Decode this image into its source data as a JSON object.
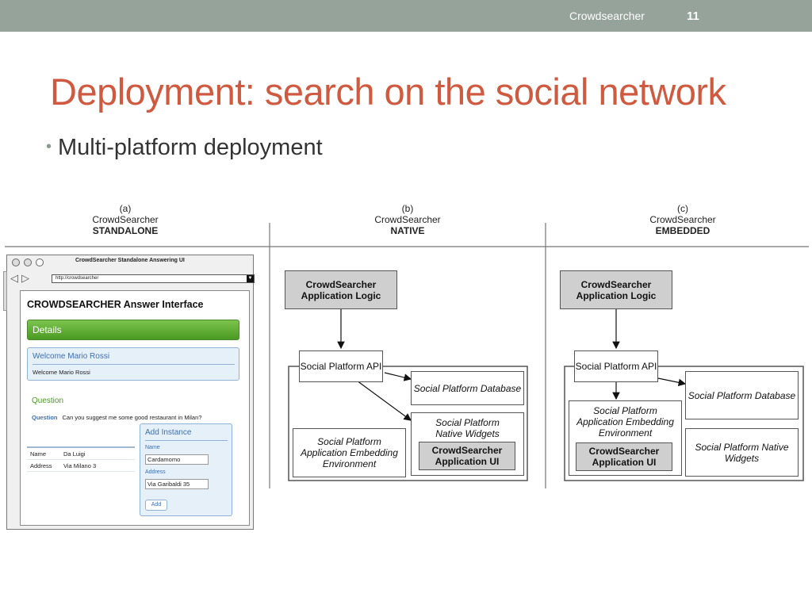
{
  "header": {
    "footer_name": "Crowdsearcher",
    "slide_number": "11"
  },
  "title": "Deployment: search on the social network",
  "bullet": "Multi-platform deployment",
  "columns": [
    {
      "letter": "(a)",
      "name": "CrowdSearcher",
      "kind": "STANDALONE"
    },
    {
      "letter": "(b)",
      "name": "CrowdSearcher",
      "kind": "NATIVE"
    },
    {
      "letter": "(c)",
      "name": "CrowdSearcher",
      "kind": "EMBEDDED"
    }
  ],
  "native": {
    "logic": "CrowdSearcher Application Logic",
    "api": "Social Platform API",
    "database": "Social Platform Database",
    "widgets": "Social Platform Native Widgets",
    "embedding": "Social Platform Application Embedding Environment",
    "app_ui": "CrowdSearcher Application UI"
  },
  "embedded": {
    "logic": "CrowdSearcher Application Logic",
    "api": "Social Platform API",
    "embedding": "Social Platform Application Embedding Environment",
    "app_ui": "CrowdSearcher Application UI",
    "database": "Social Platform Database",
    "widgets": "Social Platform Native Widgets"
  },
  "standalone": {
    "window_title": "CrowdSearcher Standalone Answering UI",
    "url": "http://crowdsearcher",
    "heading": "CROWDSEARCHER Answer Interface",
    "details": "Details",
    "welcome_title": "Welcome Mario Rossi",
    "welcome_body": "Welcome Mario Rossi",
    "question_heading": "Question",
    "question_label": "Question",
    "question_text": "Can you suggest me some good restaurant in Milan?",
    "table": [
      {
        "key": "Name",
        "value": "Da Luigi"
      },
      {
        "key": "Address",
        "value": "Via Milano 3"
      }
    ],
    "add_title": "Add Instance",
    "name_label": "Name",
    "name_value": "Cardamomo",
    "address_label": "Address",
    "address_value": "Via Garibaldi 35",
    "add_button": "Add"
  }
}
